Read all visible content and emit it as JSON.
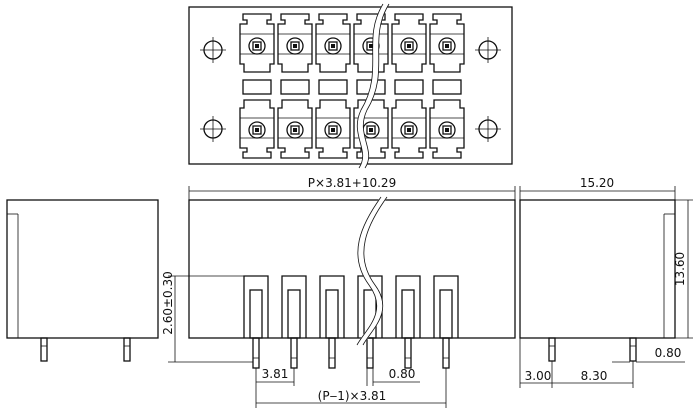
{
  "dimensions": {
    "overall_length": "P×3.81+10.29",
    "side_width": "15.20",
    "height": "13.60",
    "pin_offset_height": "2.60±0.30",
    "pitch": "3.81",
    "pin_width_front": "0.80",
    "pin_span": "(P‒1)×3.81",
    "pin_width_side": "0.80",
    "pin_edge_offset": "3.00",
    "pin_row_spacing": "8.30"
  }
}
